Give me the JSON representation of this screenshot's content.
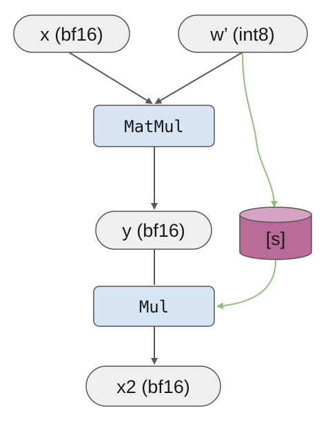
{
  "nodes": {
    "x": {
      "label": "x (bf16)"
    },
    "w": {
      "label": "w’ (int8)"
    },
    "matmul": {
      "label": "MatMul"
    },
    "y": {
      "label": "y (bf16)"
    },
    "scale": {
      "label": "[s]"
    },
    "mul": {
      "label": "Mul"
    },
    "x2": {
      "label": "x2 (bf16)"
    }
  },
  "colors": {
    "tensor_fill": "#efefef",
    "tensor_stroke": "#555555",
    "op_fill": "#d6e4f3",
    "op_stroke": "#555555",
    "storage_fill": "#b96c9a",
    "storage_top": "#d8a3c2",
    "storage_stroke": "#555555",
    "edge": "#595959",
    "green_edge": "#8cc17a"
  }
}
